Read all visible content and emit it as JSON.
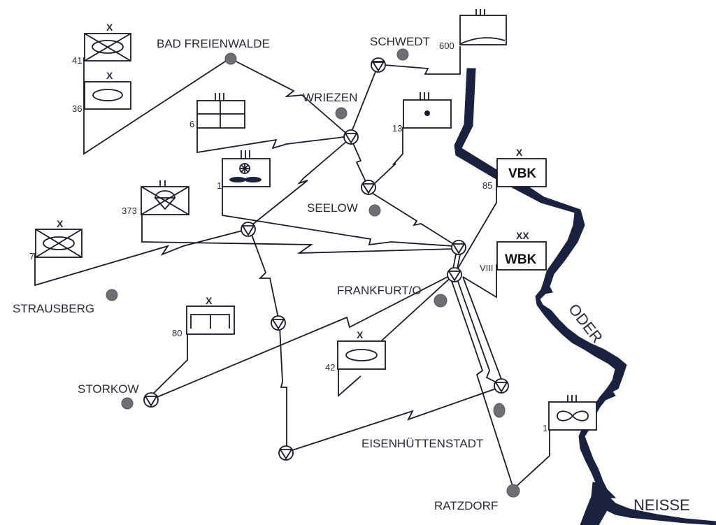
{
  "colors": {
    "ink": "#1a1a2a",
    "river": "#1b2240",
    "town_dot": "#6e6e74",
    "background": "#ffffff"
  },
  "towns": [
    {
      "id": "bad-freienwalde",
      "label": "BAD FREIENWALDE"
    },
    {
      "id": "schwedt",
      "label": "SCHWEDT"
    },
    {
      "id": "wriezen",
      "label": "WRIEZEN"
    },
    {
      "id": "seelow",
      "label": "SEELOW"
    },
    {
      "id": "strausberg",
      "label": "STRAUSBERG"
    },
    {
      "id": "frankfurt-oder",
      "label": "FRANKFURT/O"
    },
    {
      "id": "storkow",
      "label": "STORKOW"
    },
    {
      "id": "eisenhuettenstadt",
      "label": "EISENHÜTTENSTADT"
    },
    {
      "id": "ratzdorf",
      "label": "RATZDORF"
    }
  ],
  "rivers": [
    {
      "id": "oder",
      "label": "ODER"
    },
    {
      "id": "neisse",
      "label": "NEISSE"
    }
  ],
  "units": [
    {
      "id": "unit-41",
      "number": "41",
      "echelon": "X",
      "symbol": "armored-infantry"
    },
    {
      "id": "unit-36",
      "number": "36",
      "echelon": "X",
      "symbol": "armor"
    },
    {
      "id": "unit-6",
      "number": "6",
      "echelon": "III",
      "symbol": "grid"
    },
    {
      "id": "unit-600",
      "number": "600",
      "echelon": "III",
      "symbol": "curved"
    },
    {
      "id": "unit-13",
      "number": "13",
      "echelon": "III",
      "symbol": "dot"
    },
    {
      "id": "unit-1-north",
      "number": "1",
      "echelon": "III",
      "symbol": "wheel-armor"
    },
    {
      "id": "unit-373",
      "number": "373",
      "echelon": "II",
      "symbol": "airborne-infantry"
    },
    {
      "id": "unit-7",
      "number": "7",
      "echelon": "X",
      "symbol": "armored-infantry"
    },
    {
      "id": "unit-vbk",
      "number": "85",
      "echelon": "X",
      "symbol": "text",
      "text": "VBK"
    },
    {
      "id": "unit-wbk",
      "number": "VIII",
      "echelon": "XX",
      "symbol": "text",
      "text": "WBK"
    },
    {
      "id": "unit-80",
      "number": "80",
      "echelon": "X",
      "symbol": "bracket"
    },
    {
      "id": "unit-42",
      "number": "42",
      "echelon": "X",
      "symbol": "armor"
    },
    {
      "id": "unit-1-south",
      "number": "1",
      "echelon": "III",
      "symbol": "infinity"
    }
  ]
}
